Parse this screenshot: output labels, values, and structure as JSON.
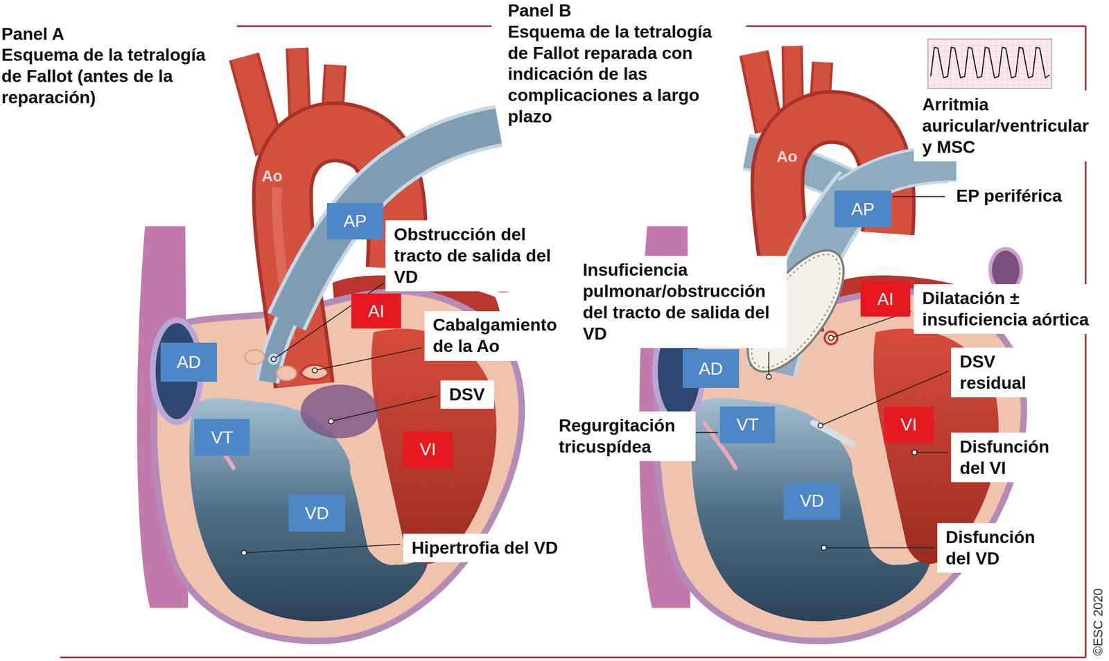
{
  "diagram": {
    "nodes": [
      {
        "text": [
          "AP"
        ]
      },
      {
        "text": [
          "Obstrucción del tracto de salida del VD"
        ]
      },
      {
        "text": [
          "AI"
        ]
      },
      {
        "text": [
          "Cabalgamiento de la Ao"
        ]
      },
      {
        "text": [
          "AD"
        ]
      },
      {
        "text": [
          "DSV"
        ]
      },
      {
        "text": [
          "VT"
        ]
      },
      {
        "text": [
          "VI"
        ]
      },
      {
        "text": [
          "VD"
        ]
      },
      {
        "text": [
          "Hipertrofia del VD"
        ]
      },
      {
        "text": [
          "Arritmia auricular/ventricular y MSC"
        ]
      },
      {
        "text": [
          "AP"
        ]
      },
      {
        "text": [
          "EP periférica"
        ]
      },
      {
        "text": [
          "Insuficiencia pulmonar/obstrucción del tracto de salida del VD"
        ]
      },
      {
        "text": [
          "AI"
        ]
      },
      {
        "text": [
          "Dilatación ± insuficiencia aórtica"
        ]
      },
      {
        "text": [
          "AD"
        ]
      },
      {
        "text": [
          "DSV residual"
        ]
      },
      {
        "text": [
          "VT"
        ]
      },
      {
        "text": [
          "Regurgitación tricuspídea"
        ]
      },
      {
        "text": [
          "VI"
        ]
      },
      {
        "text": [
          "Disfunción del VI"
        ]
      },
      {
        "text": [
          "VD"
        ]
      },
      {
        "text": [
          "Disfunción del VD"
        ]
      }
    ],
    "labels": [
      "Panel A",
      "Esquema de la tetralogía de Fallot (antes de la reparación)",
      "Panel B",
      "Esquema de la tetralogía de Fallot reparada con indicación de las complicaciones a largo plazo",
      "Ao",
      "Ao",
      "©ESC 2020"
    ]
  }
}
